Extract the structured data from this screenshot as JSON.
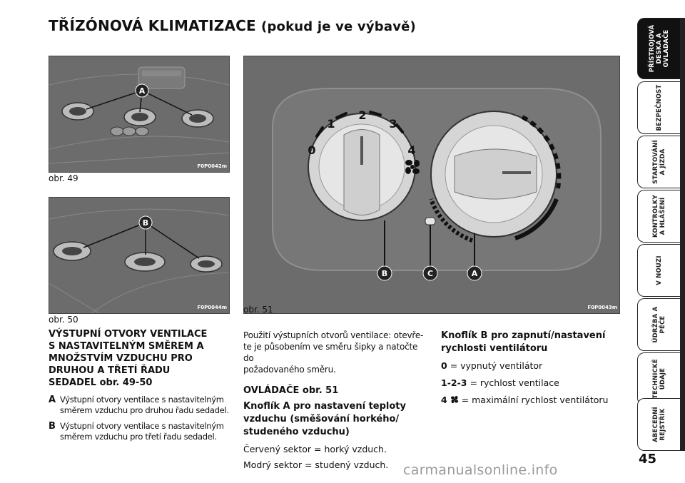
{
  "page": {
    "title": "TŘÍZÓNOVÁ KLIMATIZACE",
    "title_suffix": "(pokud je ve výbavě)",
    "number": "45",
    "watermark": "carmanualsonline.info"
  },
  "figures": {
    "fig49": {
      "label": "obr. 49",
      "code": "F0P0042m",
      "marker": "A"
    },
    "fig50": {
      "label": "obr. 50",
      "code": "F0P0044m",
      "marker": "B"
    },
    "fig51": {
      "label": "obr. 51",
      "code": "F0P0043m",
      "markers": [
        "B",
        "C",
        "A"
      ],
      "dial_numbers": [
        "0",
        "1",
        "2",
        "3",
        "4"
      ]
    }
  },
  "left_column": {
    "heading": "VÝSTUPNÍ OTVORY VENTILACE S NASTAVITELNÝM SMĚREM A MNOŽSTVÍM VZDUCHU PRO DRUHOU A TŘETÍ ŘADU SEDADEL obr. 49-50",
    "heading_lines": [
      "VÝSTUPNÍ OTVORY VENTILACE",
      "S NASTAVITELNÝM SMĚREM A",
      "MNOŽSTVÍM VZDUCHU PRO",
      "DRUHOU A TŘETÍ ŘADU",
      "SEDADEL obr. 49-50"
    ],
    "items": [
      {
        "key": "A",
        "line1": "Výstupní otvory ventilace s nastavitelným",
        "line2": "směrem vzduchu pro druhou řadu sedadel."
      },
      {
        "key": "B",
        "line1": "Výstupní otvory ventilace s nastavitelným",
        "line2": "směrem vzduchu pro třetí řadu sedadel."
      }
    ]
  },
  "middle_column": {
    "intro_lines": [
      "Použití výstupních otvorů ventilace: otevře-",
      "te je působením ve směru šipky a natočte do",
      "požadovaného směru."
    ],
    "section": "OVLÁDAČE obr. 51",
    "knob_a_lines": [
      "Knoflík A pro nastavení teploty",
      "vzduchu (směšování horkého/",
      "studeného vzduchu)"
    ],
    "red": "Červený sektor = horký vzduch.",
    "blue": "Modrý sektor = studený vzduch."
  },
  "right_column": {
    "knob_b_lines": [
      "Knoflík B pro zapnutí/nastavení",
      "rychlosti ventilátoru"
    ],
    "speeds": [
      {
        "key": "0",
        "text": "= vypnutý ventilátor"
      },
      {
        "key": "1-2-3",
        "text": "= rychlost ventilace"
      },
      {
        "key": "4",
        "text": "= maximální rychlost ventilátoru",
        "icon": "fan-icon"
      }
    ]
  },
  "side_tabs": [
    {
      "label": "PŘÍSTROJOVÁ\nDESKA A\nOVLADAČE",
      "active": true
    },
    {
      "label": "BEZPEČNOST",
      "active": false
    },
    {
      "label": "STARTOVÁNÍ\nA JÍZDA",
      "active": false
    },
    {
      "label": "KONTROLKY\nA HLÁŠENÍ",
      "active": false
    },
    {
      "label": "V NOUZI",
      "active": false
    },
    {
      "label": "ÚDRŽBA A\nPÉČE",
      "active": false
    },
    {
      "label": "TECHNICKÉ\nÚDAJE",
      "active": false
    },
    {
      "label": "ABECEDNÍ\nREJSTŘÍK",
      "active": false
    }
  ]
}
